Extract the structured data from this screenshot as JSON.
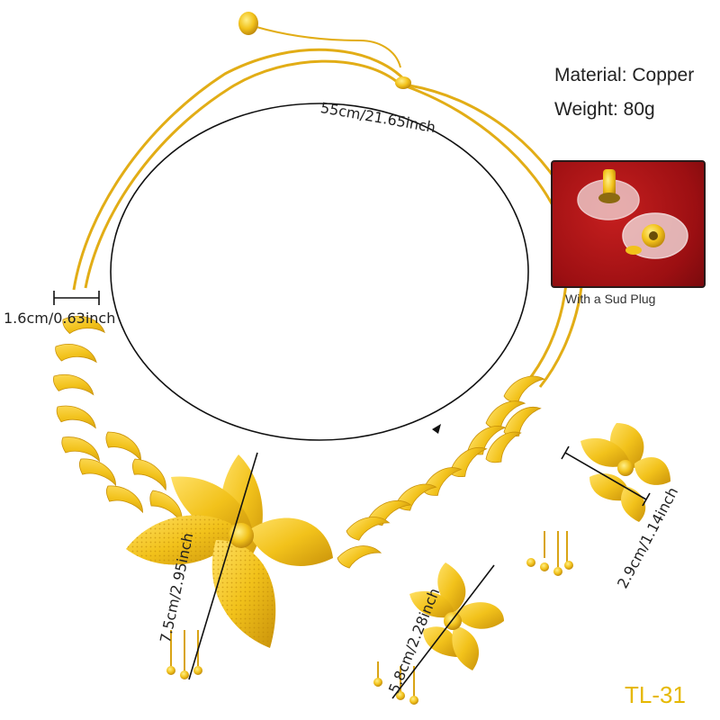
{
  "specs": {
    "material": "Material: Copper",
    "weight": "Weight: 80g"
  },
  "inset": {
    "caption": "With a Sud Plug",
    "background_color": "#a8141a"
  },
  "dimensions": {
    "necklace_length": "55cm/21.65inch",
    "chain_width": "1.6cm/0.63inch",
    "pendant_height": "7.5cm/2.95inch",
    "earring_height": "5.8cm/2.28inch",
    "ring_size": "2.9cm/1.14inch"
  },
  "product_code": "TL-31",
  "colors": {
    "gold": "#f2c21b",
    "gold_dark": "#c9920a",
    "gold_light": "#ffe066",
    "code_text": "#e6b800"
  }
}
